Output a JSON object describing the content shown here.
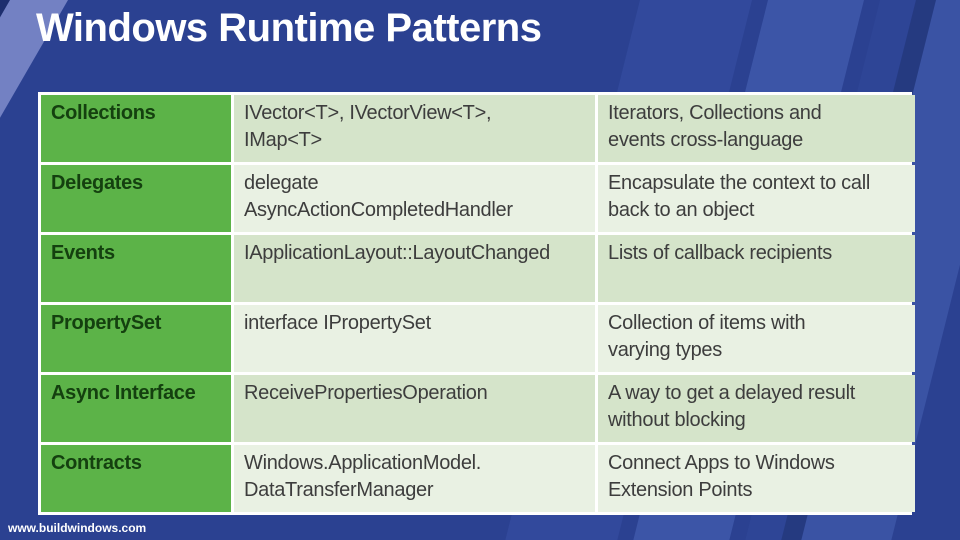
{
  "slide": {
    "title": "Windows Runtime Patterns",
    "footer_url": "www.buildwindows.com"
  },
  "colors": {
    "background_blue": "#2b4191",
    "pattern_column_green": "#5cb348",
    "row_band_dark_green": "#d5e4ca",
    "row_band_light_green": "#e9f1e3",
    "pattern_text_green": "#14400f",
    "body_text": "#3d3d3d",
    "title_text": "#ffffff"
  },
  "table": {
    "rows": [
      {
        "pattern": "Collections",
        "api": "IVector<T>, IVectorView<T>,\nIMap<T>",
        "desc": "Iterators, Collections and\nevents cross-language"
      },
      {
        "pattern": "Delegates",
        "api": "delegate\nAsyncActionCompletedHandler",
        "desc": "Encapsulate the context to call\nback to an object"
      },
      {
        "pattern": "Events",
        "api": "IApplicationLayout::LayoutChanged",
        "desc": "Lists of callback recipients"
      },
      {
        "pattern": "PropertySet",
        "api": "interface IPropertySet",
        "desc": "Collection of items with\nvarying types"
      },
      {
        "pattern": "Async Interface",
        "api": "ReceivePropertiesOperation",
        "desc": "A way to get a delayed result\nwithout blocking"
      },
      {
        "pattern": "Contracts",
        "api": "Windows.ApplicationModel.\nDataTransferManager",
        "desc": "Connect Apps to Windows\nExtension Points"
      }
    ]
  }
}
